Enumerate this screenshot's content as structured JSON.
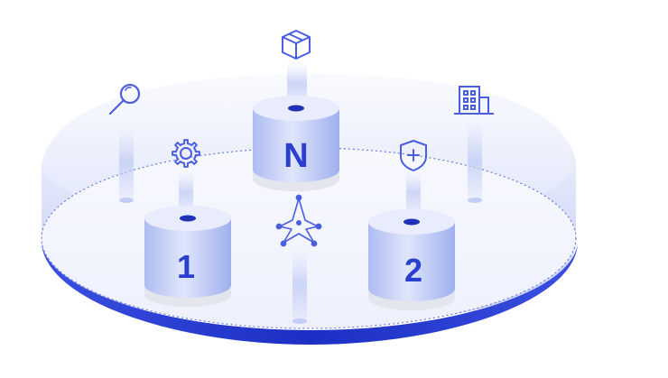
{
  "colors": {
    "accent": "#2a3fd0",
    "accent_dark": "#1e31b8",
    "icon_stroke": "#4a5ee0",
    "platform_light": "#e9edfd",
    "cylinder_side": "#c9d3f7"
  },
  "icons": {
    "top": "package-box-icon",
    "left_outer": "magnifier-search-icon",
    "right_outer": "building-icon",
    "left_inner": "gear-icon",
    "right_inner": "shield-plus-icon",
    "center": "network-star-icon"
  },
  "nodes": [
    {
      "id": "node-n",
      "label": "N"
    },
    {
      "id": "node-1",
      "label": "1"
    },
    {
      "id": "node-2",
      "label": "2"
    }
  ]
}
